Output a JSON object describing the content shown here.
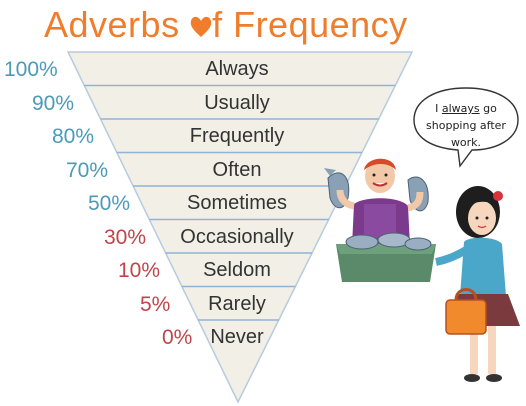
{
  "title": {
    "part1": "Adverbs ",
    "part2": "f Frequency",
    "heart_icon": "heart-icon"
  },
  "colors": {
    "title": "#ef7d2b",
    "pct_blue": "#4a9ab8",
    "pct_red": "#c0454a",
    "funnel_fill": "#f2efe6",
    "funnel_lines": "#8fb4d8"
  },
  "scale": [
    {
      "percent": "100%",
      "adverb": "Always",
      "tone": "blue"
    },
    {
      "percent": "90%",
      "adverb": "Usually",
      "tone": "blue"
    },
    {
      "percent": "80%",
      "adverb": "Frequently",
      "tone": "blue"
    },
    {
      "percent": "70%",
      "adverb": "Often",
      "tone": "blue"
    },
    {
      "percent": "50%",
      "adverb": "Sometimes",
      "tone": "blue"
    },
    {
      "percent": "30%",
      "adverb": "Occasionally",
      "tone": "red"
    },
    {
      "percent": "10%",
      "adverb": "Seldom",
      "tone": "red"
    },
    {
      "percent": "5%",
      "adverb": "Rarely",
      "tone": "red"
    },
    {
      "percent": "0%",
      "adverb": "Never",
      "tone": "red"
    }
  ],
  "speech_bubble": {
    "line1_pre": "I ",
    "line1_underlined": "always",
    "line1_post": " go",
    "line2": "shopping after",
    "line3": "work."
  },
  "illustration": {
    "fishmonger": "fish-seller-figure",
    "shopper": "girl-with-bag-figure"
  }
}
